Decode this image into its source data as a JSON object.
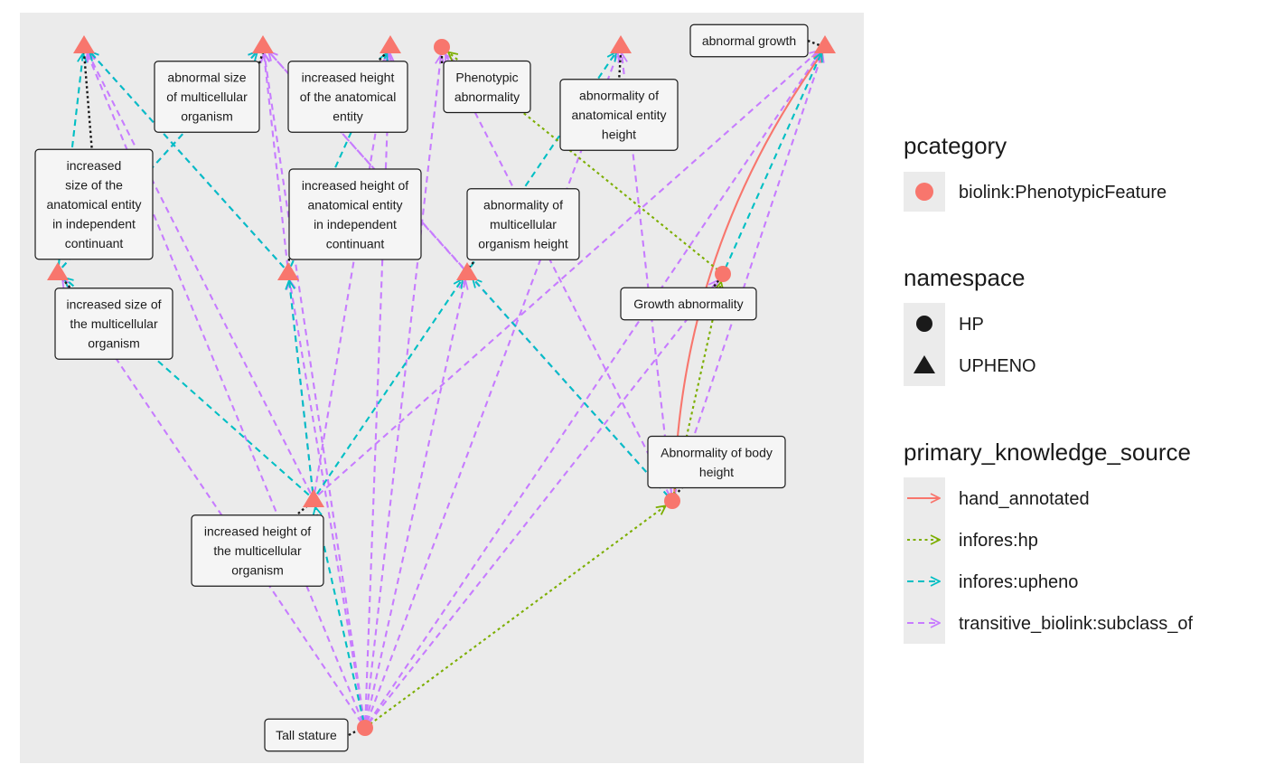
{
  "colors": {
    "panel": "#ebebeb",
    "node": "#f8766d",
    "hand_annotated": "#f8766d",
    "infores:hp": "#7cae00",
    "infores:upheno": "#00bfc4",
    "transitive_biolink:subclass_of": "#c77cff",
    "leader": "#1a1a1a"
  },
  "nodes": [
    {
      "id": "increased-size-anatomical-ic",
      "shape": "triangle",
      "lines": [
        "increased",
        "size of the",
        "anatomical entity",
        "in independent",
        "continuant"
      ]
    },
    {
      "id": "abnormal-size-multicellular",
      "shape": "triangle",
      "lines": [
        "abnormal size",
        "of multicellular",
        "organism"
      ]
    },
    {
      "id": "increased-height-anatomical",
      "shape": "triangle",
      "lines": [
        "increased height",
        "of the anatomical",
        "entity"
      ]
    },
    {
      "id": "phenotypic-abnormality",
      "shape": "circle",
      "lines": [
        "Phenotypic",
        "abnormality"
      ]
    },
    {
      "id": "abnormality-anatomical-height",
      "shape": "triangle",
      "lines": [
        "abnormality of",
        "anatomical entity",
        "height"
      ]
    },
    {
      "id": "abnormal-growth",
      "shape": "triangle",
      "lines": [
        "abnormal growth"
      ]
    },
    {
      "id": "increased-size-multicellular",
      "shape": "triangle",
      "lines": [
        "increased size of",
        "the multicellular",
        "organism"
      ]
    },
    {
      "id": "increased-height-anatomical-ic",
      "shape": "triangle",
      "lines": [
        "increased height of",
        "anatomical entity",
        "in independent",
        "continuant"
      ]
    },
    {
      "id": "abnormality-multicellular-height",
      "shape": "triangle",
      "lines": [
        "abnormality of",
        "multicellular",
        "organism height"
      ]
    },
    {
      "id": "growth-abnormality",
      "shape": "circle",
      "lines": [
        "Growth abnormality"
      ]
    },
    {
      "id": "increased-height-multicellular",
      "shape": "triangle",
      "lines": [
        "increased height of",
        "the multicellular",
        "organism"
      ]
    },
    {
      "id": "abnormality-body-height",
      "shape": "circle",
      "lines": [
        "Abnormality of body",
        "height"
      ]
    },
    {
      "id": "tall-stature",
      "shape": "circle",
      "lines": [
        "Tall stature"
      ]
    }
  ],
  "edges": [
    {
      "from": "increased-height-multicellular",
      "to": "increased-size-multicellular",
      "source": "infores:upheno"
    },
    {
      "from": "increased-height-multicellular",
      "to": "increased-height-anatomical-ic",
      "source": "infores:upheno"
    },
    {
      "from": "increased-height-multicellular",
      "to": "abnormality-multicellular-height",
      "source": "infores:upheno"
    },
    {
      "from": "increased-size-multicellular",
      "to": "increased-size-anatomical-ic",
      "source": "infores:upheno"
    },
    {
      "from": "increased-size-multicellular",
      "to": "abnormal-size-multicellular",
      "source": "infores:upheno"
    },
    {
      "from": "increased-height-anatomical-ic",
      "to": "increased-size-anatomical-ic",
      "source": "infores:upheno"
    },
    {
      "from": "increased-height-anatomical-ic",
      "to": "increased-height-anatomical",
      "source": "infores:upheno"
    },
    {
      "from": "abnormality-multicellular-height",
      "to": "abnormality-anatomical-height",
      "source": "infores:upheno"
    },
    {
      "from": "abnormality-multicellular-height",
      "to": "abnormal-size-multicellular",
      "source": "transitive_biolink:subclass_of"
    },
    {
      "from": "abnormality-body-height",
      "to": "abnormality-multicellular-height",
      "source": "infores:upheno"
    },
    {
      "from": "abnormality-body-height",
      "to": "abnormal-growth",
      "source": "hand_annotated"
    },
    {
      "from": "abnormality-body-height",
      "to": "abnormality-anatomical-height",
      "source": "transitive_biolink:subclass_of"
    },
    {
      "from": "abnormality-body-height",
      "to": "abnormal-growth",
      "source": "transitive_biolink:subclass_of"
    },
    {
      "from": "abnormality-body-height",
      "to": "abnormal-size-multicellular",
      "source": "transitive_biolink:subclass_of"
    },
    {
      "from": "abnormality-body-height",
      "to": "phenotypic-abnormality",
      "source": "transitive_biolink:subclass_of"
    },
    {
      "from": "abnormality-body-height",
      "to": "growth-abnormality",
      "source": "infores:hp"
    },
    {
      "from": "growth-abnormality",
      "to": "phenotypic-abnormality",
      "source": "infores:hp"
    },
    {
      "from": "growth-abnormality",
      "to": "abnormal-growth",
      "source": "infores:upheno"
    },
    {
      "from": "tall-stature",
      "to": "abnormality-body-height",
      "source": "infores:hp"
    },
    {
      "from": "tall-stature",
      "to": "increased-height-multicellular",
      "source": "infores:upheno"
    },
    {
      "from": "tall-stature",
      "to": "increased-size-anatomical-ic",
      "source": "transitive_biolink:subclass_of"
    },
    {
      "from": "tall-stature",
      "to": "abnormal-size-multicellular",
      "source": "transitive_biolink:subclass_of"
    },
    {
      "from": "tall-stature",
      "to": "increased-height-anatomical",
      "source": "transitive_biolink:subclass_of"
    },
    {
      "from": "tall-stature",
      "to": "abnormality-anatomical-height",
      "source": "transitive_biolink:subclass_of"
    },
    {
      "from": "tall-stature",
      "to": "abnormal-growth",
      "source": "transitive_biolink:subclass_of"
    },
    {
      "from": "tall-stature",
      "to": "increased-size-multicellular",
      "source": "transitive_biolink:subclass_of"
    },
    {
      "from": "tall-stature",
      "to": "increased-height-anatomical-ic",
      "source": "transitive_biolink:subclass_of"
    },
    {
      "from": "tall-stature",
      "to": "abnormality-multicellular-height",
      "source": "transitive_biolink:subclass_of"
    },
    {
      "from": "tall-stature",
      "to": "growth-abnormality",
      "source": "transitive_biolink:subclass_of"
    },
    {
      "from": "tall-stature",
      "to": "phenotypic-abnormality",
      "source": "transitive_biolink:subclass_of"
    },
    {
      "from": "increased-height-multicellular",
      "to": "increased-size-anatomical-ic",
      "source": "transitive_biolink:subclass_of"
    },
    {
      "from": "increased-height-multicellular",
      "to": "abnormal-size-multicellular",
      "source": "transitive_biolink:subclass_of"
    },
    {
      "from": "increased-height-multicellular",
      "to": "increased-height-anatomical",
      "source": "transitive_biolink:subclass_of"
    },
    {
      "from": "increased-height-multicellular",
      "to": "abnormal-growth",
      "source": "transitive_biolink:subclass_of"
    },
    {
      "from": "increased-size-multicellular",
      "to": "abnormal-size-multicellular",
      "source": "transitive_biolink:subclass_of"
    },
    {
      "from": "increased-height-anatomical-ic",
      "to": "increased-size-anatomical-ic",
      "source": "transitive_biolink:subclass_of"
    }
  ],
  "legend": {
    "pcategory": {
      "title": "pcategory",
      "items": [
        {
          "label": "biolink:PhenotypicFeature",
          "shape": "circle"
        }
      ]
    },
    "namespace": {
      "title": "namespace",
      "items": [
        {
          "label": "HP",
          "shape": "circle"
        },
        {
          "label": "UPHENO",
          "shape": "triangle"
        }
      ]
    },
    "primary_knowledge_source": {
      "title": "primary_knowledge_source",
      "items": [
        {
          "label": "hand_annotated",
          "key": "hand_annotated"
        },
        {
          "label": "infores:hp",
          "key": "infores:hp"
        },
        {
          "label": "infores:upheno",
          "key": "infores:upheno"
        },
        {
          "label": "transitive_biolink:subclass_of",
          "key": "transitive_biolink:subclass_of"
        }
      ]
    }
  }
}
